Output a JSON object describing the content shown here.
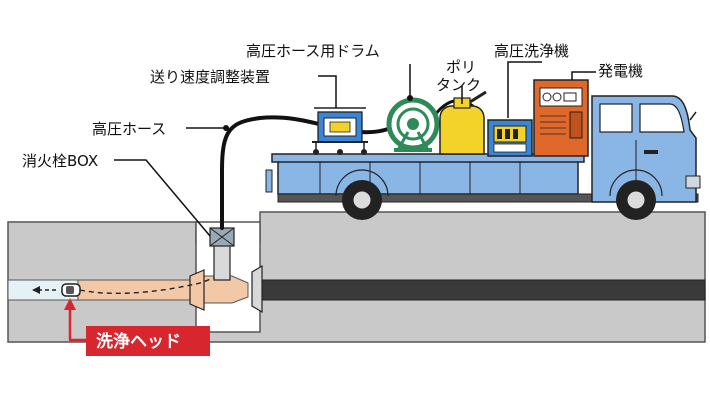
{
  "labels": {
    "hose_drum": "高圧ホース用ドラム",
    "feed_speed_device": "送り速度調整装置",
    "high_pressure_washer": "高圧洗浄機",
    "generator": "発電機",
    "poly_tank_line1": "ポリ",
    "poly_tank_line2": "タンク",
    "high_pressure_hose": "高圧ホース",
    "hydrant_box": "消火栓BOX",
    "washing_head": "洗浄ヘッド"
  },
  "colors": {
    "ground": "#c9c9c9",
    "ground_outline": "#555555",
    "truck_blue": "#8ab6e6",
    "truck_outline": "#222222",
    "tank_yellow": "#f3d22a",
    "washer_blue": "#3a86d6",
    "generator_orange": "#e0682a",
    "cleaned_pipe": "#e4f2f6",
    "dirty_pipe": "#f2c8a6",
    "dark_pipe": "#3a3a3a",
    "drum_green": "#2e8b57",
    "head_red": "#d7262e"
  }
}
